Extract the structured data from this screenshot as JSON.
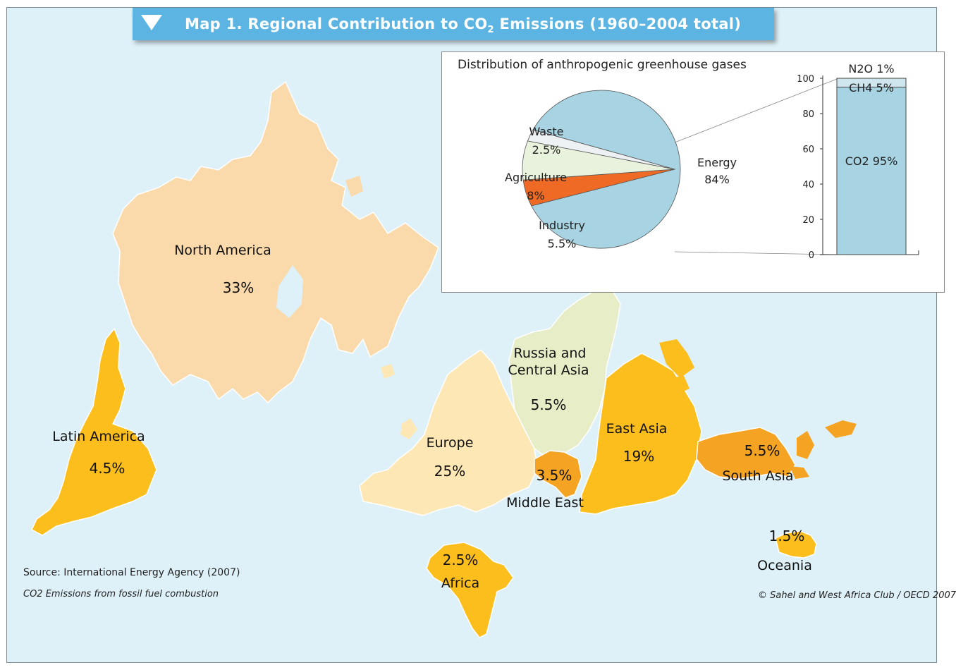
{
  "title": {
    "prefix": "Map 1. Regional Contribution to CO",
    "sub": "2",
    "suffix": " Emissions (1960–2004 total)"
  },
  "regions": [
    {
      "name": "North America",
      "value": "33%",
      "color": "#fad9ab"
    },
    {
      "name": "Latin America",
      "value": "4.5%",
      "color": "#fbbe1c"
    },
    {
      "name": "Europe",
      "value": "25%",
      "color": "#fde7b4"
    },
    {
      "name": "Russia and Central Asia",
      "line1": "Russia and",
      "line2": "Central Asia",
      "value": "5.5%",
      "color": "#e6edc7"
    },
    {
      "name": "Middle East",
      "value": "3.5%",
      "color": "#f5a323"
    },
    {
      "name": "East Asia",
      "value": "19%",
      "color": "#fbbe1c"
    },
    {
      "name": "South Asia",
      "value": "5.5%",
      "color": "#f5a323"
    },
    {
      "name": "Africa",
      "value": "2.5%",
      "color": "#fbbe1c"
    },
    {
      "name": "Oceania",
      "value": "1.5%",
      "color": "#fbbe1c"
    }
  ],
  "inset": {
    "title": "Distribution of anthropogenic greenhouse gases",
    "pie": [
      {
        "label": "Energy",
        "value": "84%",
        "num": 84,
        "color": "#a8d3e2"
      },
      {
        "label": "Industry",
        "value": "5.5%",
        "num": 5.5,
        "color": "#ef6a24"
      },
      {
        "label": "Agriculture",
        "value": "8%",
        "num": 8,
        "color": "#e8f2dc"
      },
      {
        "label": "Waste",
        "value": "2.5%",
        "num": 2.5,
        "color": "#eef1f3"
      }
    ],
    "bar": {
      "ticks": [
        "0",
        "20",
        "40",
        "60",
        "80",
        "100"
      ],
      "segments": [
        {
          "label": "CO2",
          "value": "95%",
          "num": 95,
          "color": "#a8d3e2"
        },
        {
          "label": "CH4",
          "value": "5%",
          "num": 5,
          "color": "#cfe6ef"
        },
        {
          "label": "N2O",
          "value": "1%",
          "num": 1,
          "color": "#b0b0b0"
        }
      ]
    }
  },
  "source": "Source:  International Energy Agency (2007)",
  "note": "CO2 Emissions from fossil fuel combustion",
  "credit": "© Sahel and West Africa Club / OECD 2007"
}
